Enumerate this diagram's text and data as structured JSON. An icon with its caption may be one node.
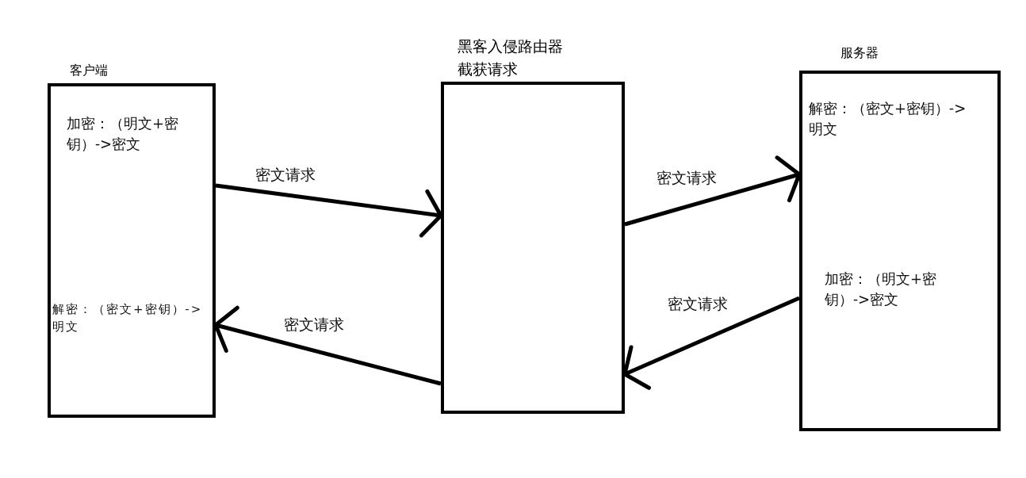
{
  "diagram": {
    "nodes": [
      {
        "text": [
          "客户端",
          "加密：（明文+密钥）->密文",
          "解密：（密文+密钥）->明文"
        ]
      },
      {
        "text": [
          "黑客入侵路由器截获请求"
        ]
      },
      {
        "text": [
          "服务器",
          "解密：（密文+密钥）->明文",
          "加密：（明文+密钥）->密文"
        ]
      }
    ],
    "edges": [
      {
        "from": 0,
        "to": 1,
        "arrow": "to",
        "label": "密文请求"
      },
      {
        "from": 1,
        "to": 2,
        "arrow": "to",
        "label": "密文请求"
      },
      {
        "from": 2,
        "to": 1,
        "arrow": "to",
        "label": "密文请求"
      },
      {
        "from": 1,
        "to": 0,
        "arrow": "to",
        "label": "密文请求"
      }
    ]
  }
}
